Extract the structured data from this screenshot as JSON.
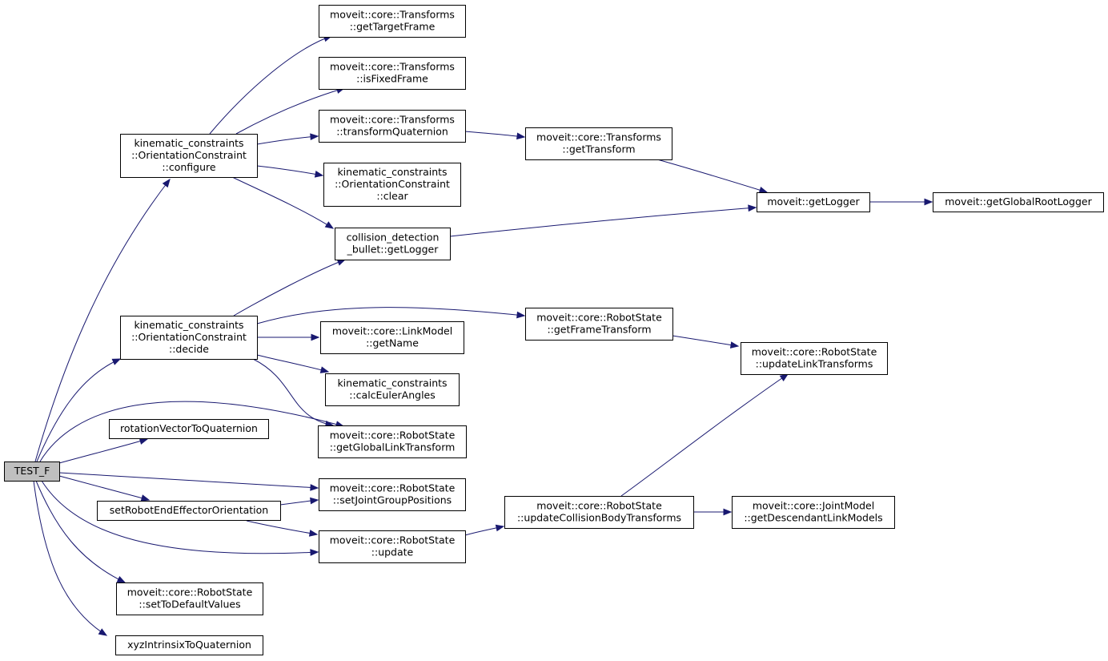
{
  "colors": {
    "edge": "#191970",
    "root_fill": "#bfbfbf",
    "node_fill": "#ffffff",
    "node_border": "#000000"
  },
  "nodes": {
    "test_f": [
      "TEST_F"
    ],
    "oc_configure": [
      "kinematic_constraints",
      "::OrientationConstraint",
      "::configure"
    ],
    "oc_decide": [
      "kinematic_constraints",
      "::OrientationConstraint",
      "::decide"
    ],
    "rot_vec_to_quat": [
      "rotationVectorToQuaternion"
    ],
    "set_robot_ee_orient": [
      "setRobotEndEffectorOrientation"
    ],
    "rs_set_default": [
      "moveit::core::RobotState",
      "::setToDefaultValues"
    ],
    "xyz_intrinsic": [
      "xyzIntrinsixToQuaternion"
    ],
    "tf_get_target_frame": [
      "moveit::core::Transforms",
      "::getTargetFrame"
    ],
    "tf_is_fixed_frame": [
      "moveit::core::Transforms",
      "::isFixedFrame"
    ],
    "tf_transform_quat": [
      "moveit::core::Transforms",
      "::transformQuaternion"
    ],
    "oc_clear": [
      "kinematic_constraints",
      "::OrientationConstraint",
      "::clear"
    ],
    "cdb_get_logger": [
      "collision_detection",
      "_bullet::getLogger"
    ],
    "link_get_name": [
      "moveit::core::LinkModel",
      "::getName"
    ],
    "calc_euler": [
      "kinematic_constraints",
      "::calcEulerAngles"
    ],
    "rs_global_link_tf": [
      "moveit::core::RobotState",
      "::getGlobalLinkTransform"
    ],
    "rs_set_joint_group": [
      "moveit::core::RobotState",
      "::setJointGroupPositions"
    ],
    "rs_update": [
      "moveit::core::RobotState",
      "::update"
    ],
    "tf_get_transform": [
      "moveit::core::Transforms",
      "::getTransform"
    ],
    "rs_frame_tf": [
      "moveit::core::RobotState",
      "::getFrameTransform"
    ],
    "rs_update_collision": [
      "moveit::core::RobotState",
      "::updateCollisionBodyTransforms"
    ],
    "moveit_get_logger": [
      "moveit::getLogger"
    ],
    "rs_update_link_tf": [
      "moveit::core::RobotState",
      "::updateLinkTransforms"
    ],
    "jm_descendant": [
      "moveit::core::JointModel",
      "::getDescendantLinkModels"
    ],
    "moveit_root_logger": [
      "moveit::getGlobalRootLogger"
    ]
  },
  "edges": [
    [
      "test_f",
      "oc_configure"
    ],
    [
      "test_f",
      "oc_decide"
    ],
    [
      "test_f",
      "rot_vec_to_quat"
    ],
    [
      "test_f",
      "rs_global_link_tf"
    ],
    [
      "test_f",
      "rs_set_joint_group"
    ],
    [
      "test_f",
      "set_robot_ee_orient"
    ],
    [
      "test_f",
      "rs_update"
    ],
    [
      "test_f",
      "rs_set_default"
    ],
    [
      "test_f",
      "xyz_intrinsic"
    ],
    [
      "oc_configure",
      "tf_get_target_frame"
    ],
    [
      "oc_configure",
      "tf_is_fixed_frame"
    ],
    [
      "oc_configure",
      "tf_transform_quat"
    ],
    [
      "oc_configure",
      "oc_clear"
    ],
    [
      "oc_configure",
      "cdb_get_logger"
    ],
    [
      "oc_decide",
      "cdb_get_logger"
    ],
    [
      "oc_decide",
      "rs_frame_tf"
    ],
    [
      "oc_decide",
      "link_get_name"
    ],
    [
      "oc_decide",
      "calc_euler"
    ],
    [
      "oc_decide",
      "rs_global_link_tf"
    ],
    [
      "tf_transform_quat",
      "tf_get_transform"
    ],
    [
      "tf_get_transform",
      "moveit_get_logger"
    ],
    [
      "cdb_get_logger",
      "moveit_get_logger"
    ],
    [
      "moveit_get_logger",
      "moveit_root_logger"
    ],
    [
      "rs_frame_tf",
      "rs_update_link_tf"
    ],
    [
      "set_robot_ee_orient",
      "rs_set_joint_group"
    ],
    [
      "set_robot_ee_orient",
      "rs_update"
    ],
    [
      "rs_update",
      "rs_update_collision"
    ],
    [
      "rs_update_collision",
      "rs_update_link_tf"
    ],
    [
      "rs_update_collision",
      "jm_descendant"
    ]
  ]
}
